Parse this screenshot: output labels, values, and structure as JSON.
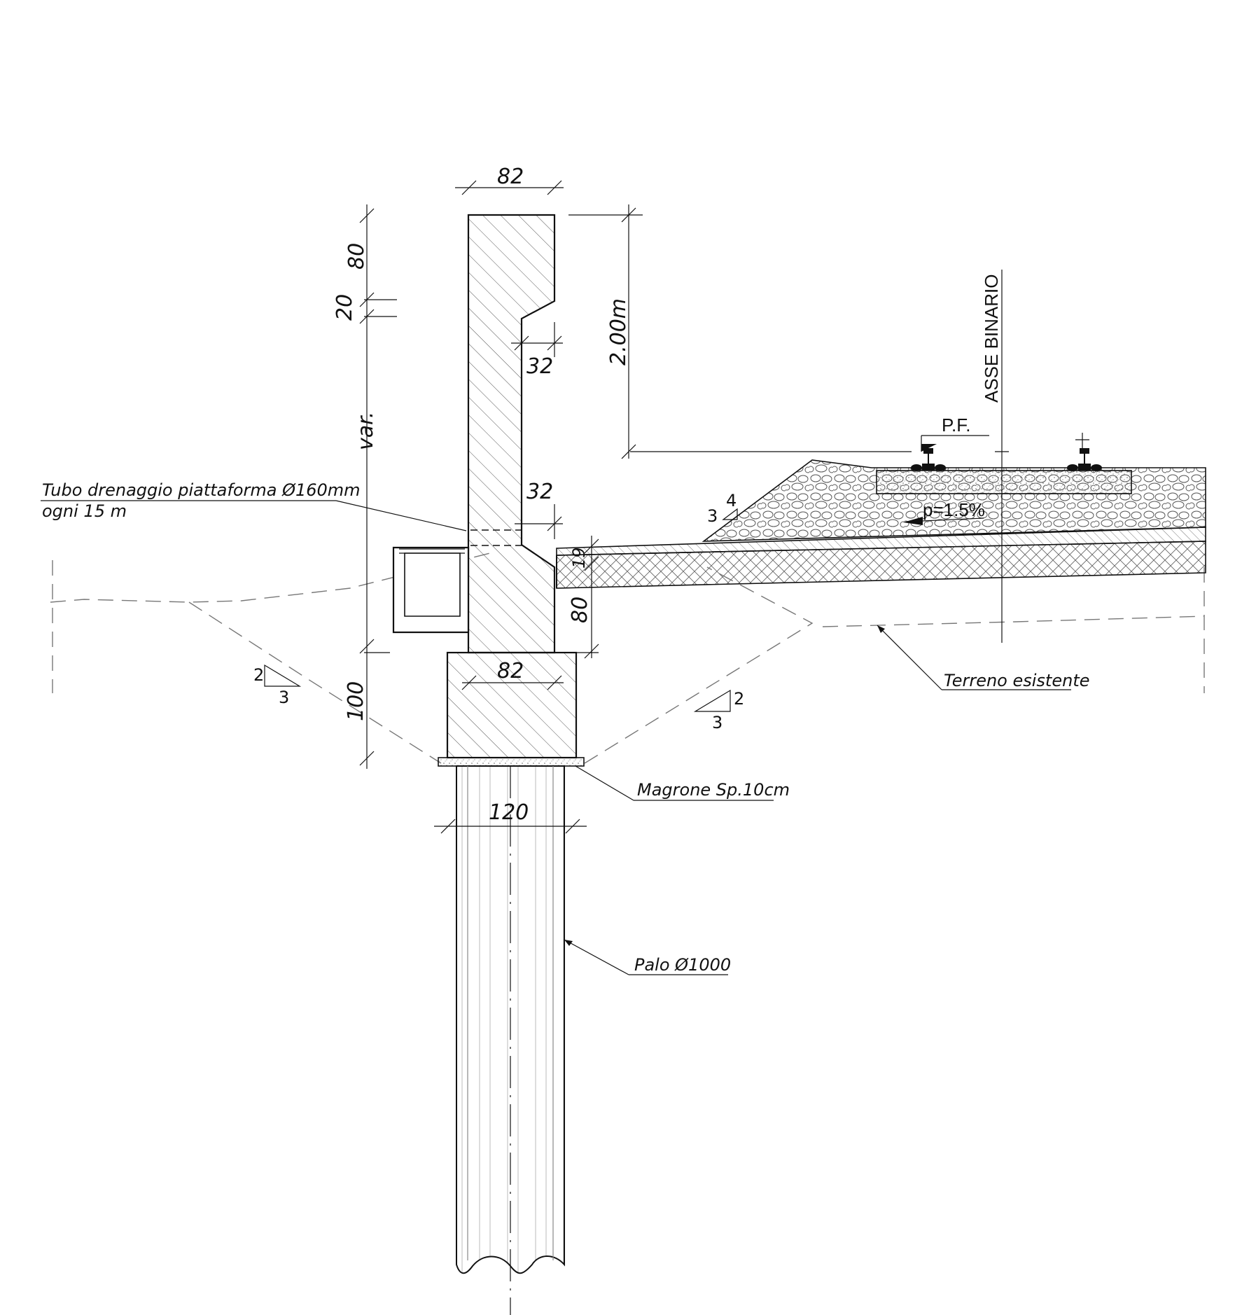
{
  "dimensions": {
    "wall_top_width": "82",
    "wall_top_height": "80",
    "chamfer_height": "20",
    "stem_thickness_upper": "32",
    "stem_thickness_lower": "32",
    "stem_height": "var.",
    "height_above_rail": "2.00m",
    "small_step": "19",
    "base_chamfer_height": "80",
    "footing_width": "82",
    "footing_height": "100",
    "pile_cap_width": "120"
  },
  "labels": {
    "drain_pipe_line1": "Tubo  drenaggio  piattaforma  Ø160mm",
    "drain_pipe_line2": "ogni  15  m",
    "existing_ground": "Terreno  esistente",
    "lean_concrete": "Magrone  Sp.10cm",
    "pile": "Palo  Ø1000",
    "track_axis": "ASSE BINARIO",
    "rail_level": "P.F.",
    "slope": "p=1.5%"
  },
  "slopes": {
    "ballast": {
      "rise": "4",
      "run": "3"
    },
    "excavation_left": {
      "rise": "2",
      "run": "3"
    },
    "excavation_right": {
      "rise": "2",
      "run": "3"
    }
  }
}
